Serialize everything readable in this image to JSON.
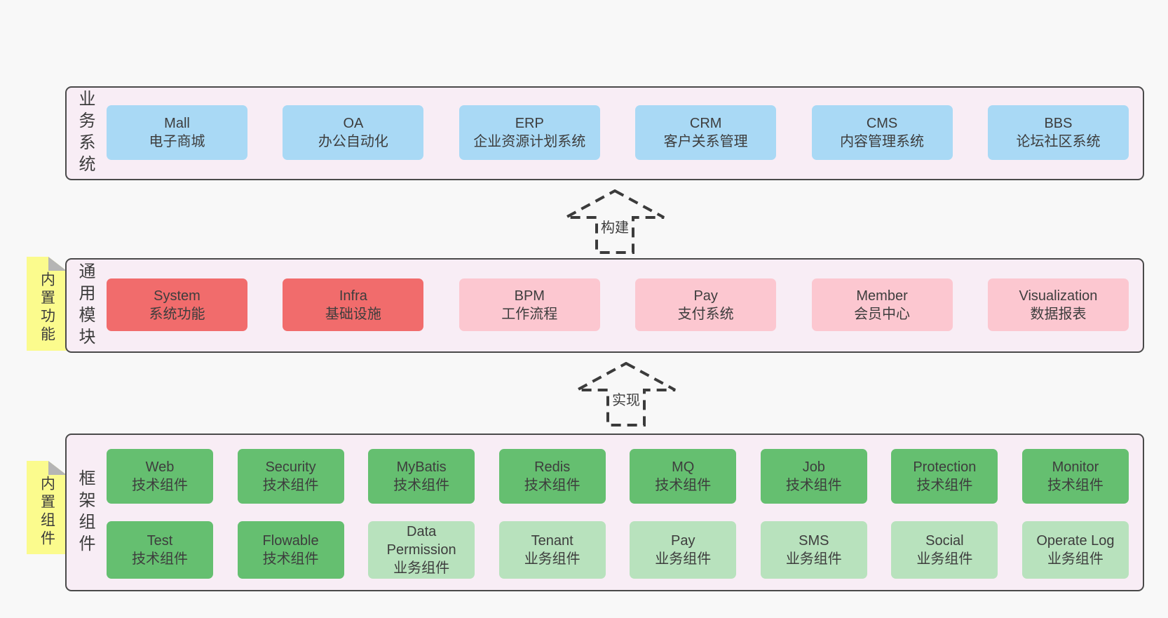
{
  "stickies": [
    {
      "label": "内置功能"
    },
    {
      "label": "内置组件"
    }
  ],
  "arrows": [
    {
      "label": "构建"
    },
    {
      "label": "实现"
    }
  ],
  "bands": [
    {
      "label": "业务系统",
      "rows": [
        [
          {
            "name": "Mall",
            "desc": "电子商城",
            "variant": "blue"
          },
          {
            "name": "OA",
            "desc": "办公自动化",
            "variant": "blue"
          },
          {
            "name": "ERP",
            "desc": "企业资源计划系统",
            "variant": "blue"
          },
          {
            "name": "CRM",
            "desc": "客户关系管理",
            "variant": "blue"
          },
          {
            "name": "CMS",
            "desc": "内容管理系统",
            "variant": "blue"
          },
          {
            "name": "BBS",
            "desc": "论坛社区系统",
            "variant": "blue"
          }
        ]
      ]
    },
    {
      "label": "通用模块",
      "rows": [
        [
          {
            "name": "System",
            "desc": "系统功能",
            "variant": "red"
          },
          {
            "name": "Infra",
            "desc": "基础设施",
            "variant": "red"
          },
          {
            "name": "BPM",
            "desc": "工作流程",
            "variant": "pink"
          },
          {
            "name": "Pay",
            "desc": "支付系统",
            "variant": "pink"
          },
          {
            "name": "Member",
            "desc": "会员中心",
            "variant": "pink"
          },
          {
            "name": "Visualization",
            "desc": "数据报表",
            "variant": "pink"
          }
        ]
      ]
    },
    {
      "label": "框架组件",
      "rows": [
        [
          {
            "name": "Web",
            "desc": "技术组件",
            "variant": "green"
          },
          {
            "name": "Security",
            "desc": "技术组件",
            "variant": "green"
          },
          {
            "name": "MyBatis",
            "desc": "技术组件",
            "variant": "green"
          },
          {
            "name": "Redis",
            "desc": "技术组件",
            "variant": "green"
          },
          {
            "name": "MQ",
            "desc": "技术组件",
            "variant": "green"
          },
          {
            "name": "Job",
            "desc": "技术组件",
            "variant": "green"
          },
          {
            "name": "Protection",
            "desc": "技术组件",
            "variant": "green"
          },
          {
            "name": "Monitor",
            "desc": "技术组件",
            "variant": "green"
          }
        ],
        [
          {
            "name": "Test",
            "desc": "技术组件",
            "variant": "green"
          },
          {
            "name": "Flowable",
            "desc": "技术组件",
            "variant": "green"
          },
          {
            "name": "Data Permission",
            "desc": "业务组件",
            "variant": "lightgreen"
          },
          {
            "name": "Tenant",
            "desc": "业务组件",
            "variant": "lightgreen"
          },
          {
            "name": "Pay",
            "desc": "业务组件",
            "variant": "lightgreen"
          },
          {
            "name": "SMS",
            "desc": "业务组件",
            "variant": "lightgreen"
          },
          {
            "name": "Social",
            "desc": "业务组件",
            "variant": "lightgreen"
          },
          {
            "name": "Operate Log",
            "desc": "业务组件",
            "variant": "lightgreen"
          }
        ]
      ]
    }
  ],
  "colors": {
    "blue": "#a9d9f5",
    "red": "#f16c6c",
    "pink": "#fcc7d0",
    "green": "#65bf70",
    "lightgreen": "#b8e2bd",
    "sticky": "#fbfb8d",
    "fold": "#b5b5b5",
    "band_bg": "#f8edf5",
    "border": "#4a4a4a",
    "arrow": "#3b3b3b"
  }
}
